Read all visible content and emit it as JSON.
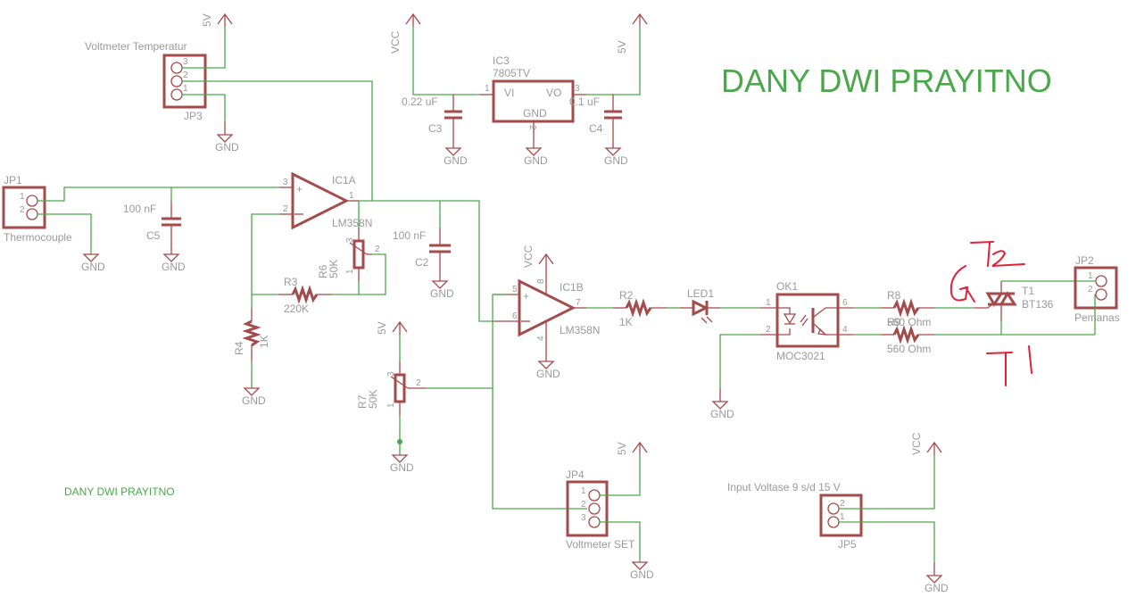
{
  "title": "DANY DWI PRAYITNO",
  "title_small": "DANY DWI PRAYITNO",
  "annotations": [
    "T2",
    "G",
    "T1"
  ],
  "colors": {
    "wire": "#4aa84a",
    "part": "#a44b4b",
    "label": "#9a9a9a",
    "annotation": "#e0213a",
    "title": "#4aa84a"
  },
  "supplies": {
    "v5": "5V",
    "vcc": "VCC",
    "gnd": "GND"
  },
  "jp3": {
    "name": "JP3",
    "value": "Voltmeter Temperatur",
    "pins": [
      "3",
      "2",
      "1"
    ]
  },
  "jp1": {
    "name": "JP1",
    "value": "Thermocouple",
    "pins": [
      "1",
      "2"
    ]
  },
  "jp2": {
    "name": "JP2",
    "value": "Pemanas",
    "pins": [
      "1",
      "2"
    ]
  },
  "jp4": {
    "name": "JP4",
    "value": "Voltmeter SET",
    "pins": [
      "1",
      "2",
      "3"
    ]
  },
  "jp5": {
    "name": "JP5",
    "value": "Input Voltase 9 s/d 15 V",
    "pins": [
      "2",
      "1"
    ]
  },
  "ic3": {
    "name": "IC3",
    "value": "7805TV",
    "vi": "VI",
    "vo": "VO",
    "gnd": "GND",
    "pin_in": "1",
    "pin_gnd": "2",
    "pin_out": "3"
  },
  "c3": {
    "name": "C3",
    "value": "0.22 uF"
  },
  "c4": {
    "name": "C4",
    "value": "0.1 uF"
  },
  "c5": {
    "name": "C5",
    "value": "100 nF"
  },
  "c2": {
    "name": "C2",
    "value": "100 nF"
  },
  "ic1a": {
    "name": "IC1A",
    "value": "LM358N",
    "pin_plus": "3",
    "pin_minus": "2",
    "pin_out": "1"
  },
  "ic1b": {
    "name": "IC1B",
    "value": "LM358N",
    "pin_plus": "5",
    "pin_minus": "6",
    "pin_out": "7",
    "pin_vcc": "8",
    "pin_gnd": "4"
  },
  "r6": {
    "name": "R6",
    "value": "50K",
    "pins": [
      "3",
      "2",
      "1"
    ]
  },
  "r7": {
    "name": "R7",
    "value": "50K",
    "pins": [
      "3",
      "2",
      "1"
    ]
  },
  "r3": {
    "name": "R3",
    "value": "220K"
  },
  "r4": {
    "name": "R4",
    "value": "1K"
  },
  "r2": {
    "name": "R2",
    "value": "1K"
  },
  "led1": {
    "name": "LED1"
  },
  "ok1": {
    "name": "OK1",
    "value": "MOC3021",
    "pins": [
      "1",
      "2",
      "6",
      "4"
    ]
  },
  "r8": {
    "name": "R8",
    "value": "560 Ohm"
  },
  "r9": {
    "name": "R9",
    "value": "560 Ohm"
  },
  "t1": {
    "name": "T1",
    "value": "BT136"
  }
}
